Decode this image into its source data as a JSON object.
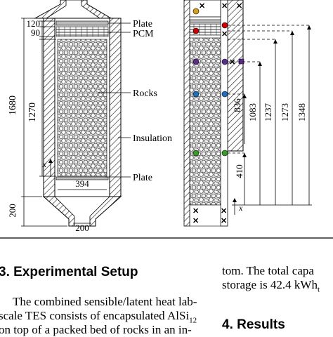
{
  "figure": {
    "left_labels": {
      "plate_top": "Plate",
      "pcm": "PCM",
      "rocks": "Rocks",
      "insulation": "Insulation",
      "plate_bottom": "Plate"
    },
    "left_dims": {
      "top_plate": "120",
      "pcm": "90",
      "total": "1680",
      "rocks": "1270",
      "inner_width": "394",
      "cone_height": "200",
      "outlet_width": "200",
      "axis": "x"
    },
    "right_dims": {
      "h410": "410",
      "h836": "836",
      "h1083": "1083",
      "h1237": "1237",
      "h1273": "1273",
      "h1348": "1348",
      "axis": "x"
    }
  },
  "text": {
    "section_heading": "3. Experimental Setup",
    "left_line1": "The combined sensible/latent heat lab-",
    "left_line2_a": "scale TES consists of encapsulated AlSi",
    "left_line2_sub": "12",
    "left_line3": "on top of a packed bed of rocks in an in-",
    "right_line1": "tom. The total capa",
    "right_line2_a": "storage is 42.4 kWh",
    "right_line2_sub": "t",
    "results_heading": "4. Results"
  }
}
